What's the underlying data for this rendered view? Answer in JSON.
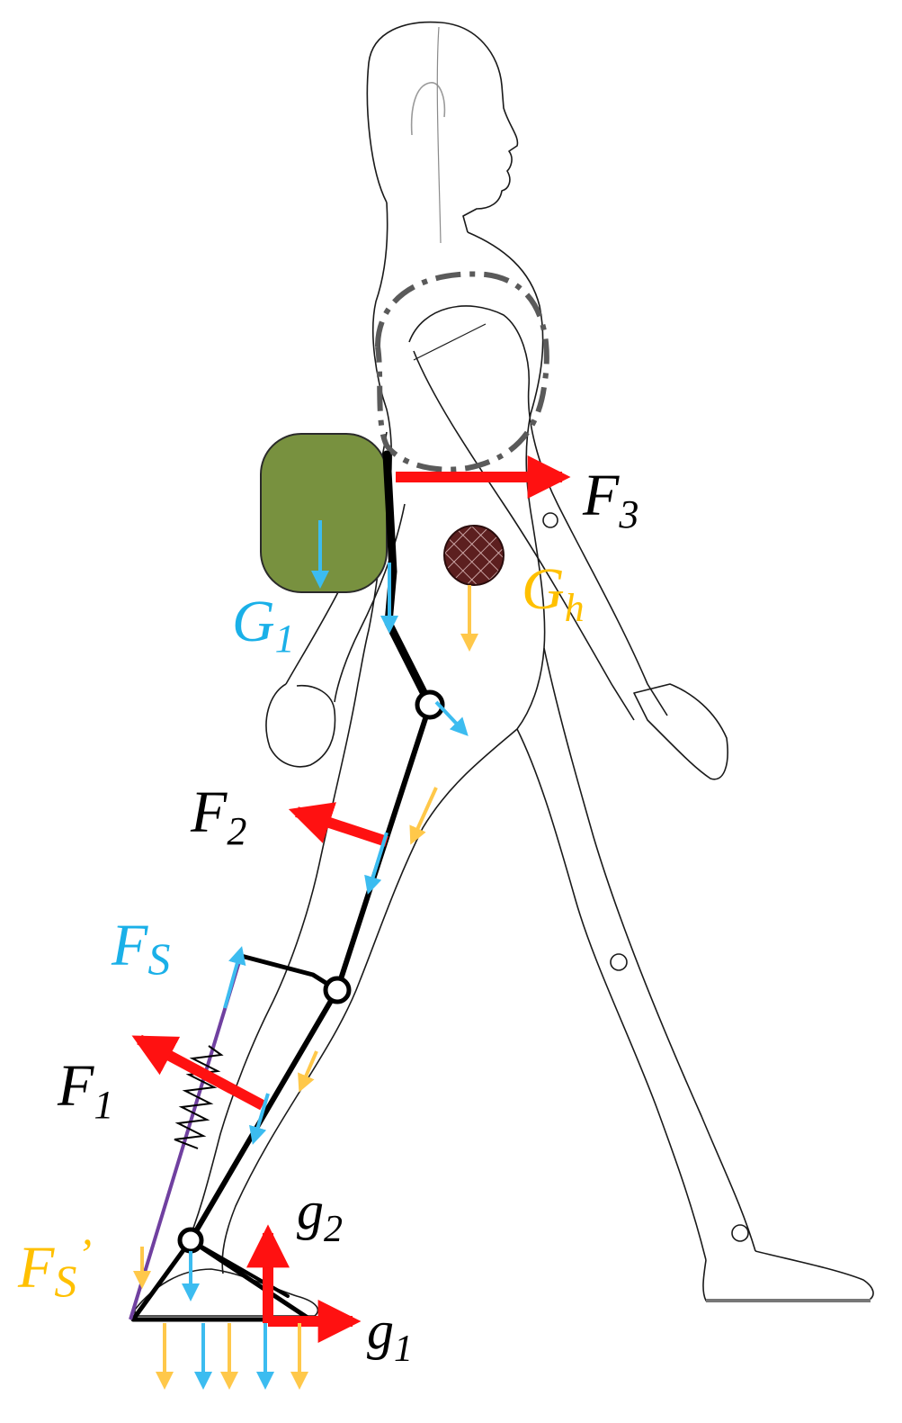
{
  "labels": {
    "F3": {
      "main": "F",
      "sub": "3"
    },
    "Gh": {
      "main": "G",
      "sub": "h"
    },
    "G1": {
      "main": "G",
      "sub": "1"
    },
    "F2": {
      "main": "F",
      "sub": "2"
    },
    "Fs": {
      "main": "F",
      "sub": "S"
    },
    "F1": {
      "main": "F",
      "sub": "1"
    },
    "g2": {
      "main": "g",
      "sub": "2"
    },
    "Fs_prime": {
      "main": "F",
      "sub": "S",
      "prime": "’"
    },
    "g1": {
      "main": "g",
      "sub": "1"
    }
  },
  "colors": {
    "red_force": "#ff1111",
    "blue_force": "#3cbcf0",
    "yellow_force": "#ffc84a",
    "black_label": "#000000",
    "blue_label": "#1ab0e8",
    "yellow_label": "#ffc000",
    "backpack": "#78913f",
    "hatched_circle": "#5c1f1f",
    "spring_strut": "#7040a0",
    "body_outline": "#1a1a1a",
    "dash_outline": "#5a5a5a"
  }
}
